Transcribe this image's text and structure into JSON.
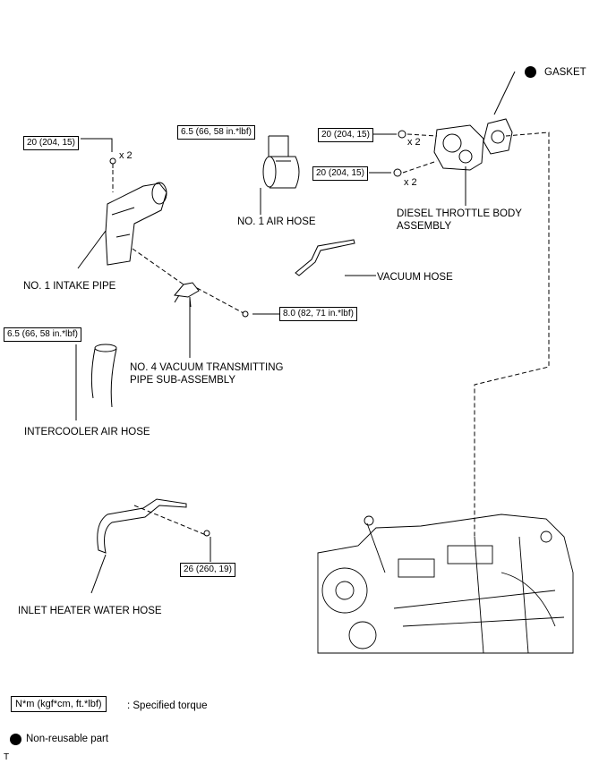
{
  "torque": {
    "intake_pipe": "20 (204, 15)",
    "air_hose": "6.5 (66, 58 in.*lbf)",
    "throttle_upper": "20 (204, 15)",
    "throttle_lower": "20 (204, 15)",
    "vacuum_pipe": "8.0 (82, 71 in.*lbf)",
    "intercooler": "6.5 (66, 58 in.*lbf)",
    "water_hose": "26 (260, 19)"
  },
  "quantities": {
    "intake_pipe": "x 2",
    "throttle_upper": "x 2",
    "throttle_lower": "x 2"
  },
  "parts": {
    "gasket": "GASKET",
    "air_hose": "NO. 1 AIR HOSE",
    "throttle_line1": "DIESEL THROTTLE BODY",
    "throttle_line2": "ASSEMBLY",
    "vacuum_hose": "VACUUM HOSE",
    "intake_pipe": "NO. 1 INTAKE PIPE",
    "vacuum_pipe_line1": "NO. 4 VACUUM TRANSMITTING",
    "vacuum_pipe_line2": "PIPE SUB-ASSEMBLY",
    "intercooler": "INTERCOOLER AIR HOSE",
    "water_hose": "INLET HEATER WATER HOSE"
  },
  "legend": {
    "torque_unit": "N*m (kgf*cm, ft.*lbf)",
    "torque_desc": ": Specified torque",
    "nonreusable": "Non-reusable part"
  },
  "corner_mark": "T"
}
